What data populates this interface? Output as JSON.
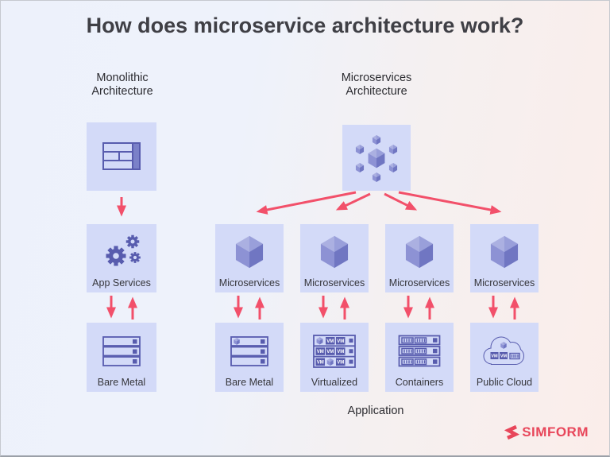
{
  "title": "How does microservice architecture work?",
  "labels": {
    "vm": "VM",
    "application": "Application"
  },
  "monolithic": {
    "heading_line1": "Monolithic",
    "heading_line2": "Architecture",
    "app_services_label": "App Services",
    "bare_metal_label": "Bare Metal"
  },
  "microservices": {
    "heading_line1": "Microservices",
    "heading_line2": "Architecture",
    "service_boxes": [
      {
        "label": "Microservices"
      },
      {
        "label": "Microservices"
      },
      {
        "label": "Microservices"
      },
      {
        "label": "Microservices"
      }
    ],
    "infra_boxes": [
      {
        "label": "Bare Metal"
      },
      {
        "label": "Virtualized"
      },
      {
        "label": "Containers"
      },
      {
        "label": "Public Cloud"
      }
    ]
  },
  "logo": {
    "text": "SIMFORM"
  },
  "icons": {
    "monolith-icon": "layered block rectangle",
    "gears-icon": "three gears",
    "server-icon": "stacked server rack",
    "cube-icon": "3d cube",
    "hex-cluster-icon": "cluster of 7 cubes",
    "virtualized-server-icon": "server rack with VM tiles",
    "containers-server-icon": "server rack with striped containers",
    "cloud-icon": "cloud with VM tiles",
    "simform-logo-icon": "red ribbon S mark",
    "arrow-icon": "red flow arrows"
  },
  "colors": {
    "box_fill": "#d3daf8",
    "icon_primary": "#585cae",
    "cube_top": "#abb0e1",
    "cube_left": "#8d92d4",
    "cube_right": "#7076c2",
    "arrow": "#f2506a",
    "logo": "#e8465a",
    "title_text": "#3f3f45"
  }
}
